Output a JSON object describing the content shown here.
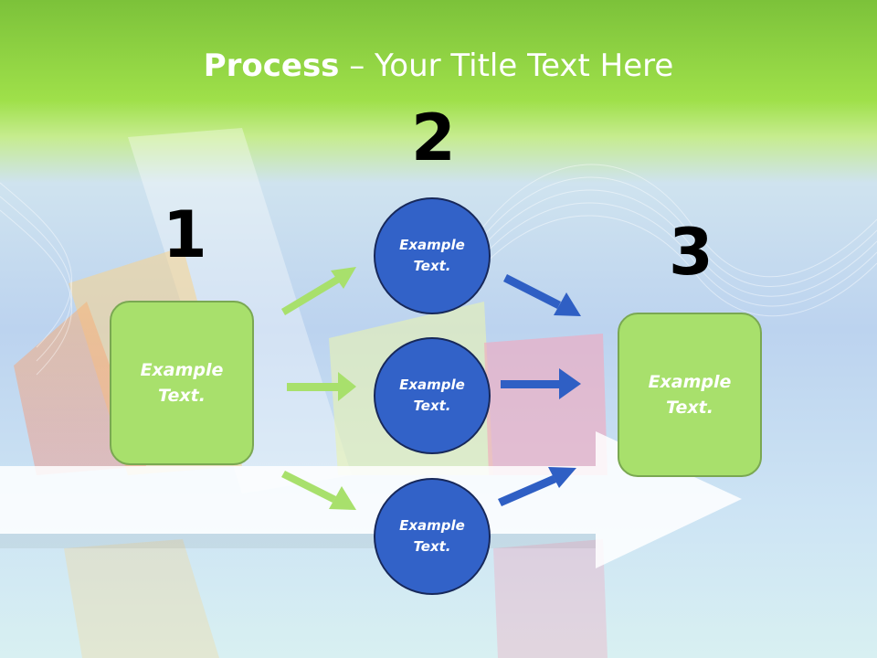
{
  "title": {
    "bold": "Process",
    "rest": " – Your Title Text Here"
  },
  "steps": [
    {
      "number": "1",
      "text": "Example Text."
    },
    {
      "number": "2",
      "circles": [
        {
          "text": "Example Text."
        },
        {
          "text": "Example Text."
        },
        {
          "text": "Example Text."
        }
      ]
    },
    {
      "number": "3",
      "text": "Example Text."
    }
  ],
  "colors": {
    "box_fill": "#a8e06c",
    "circle_fill": "#3262c8",
    "green_arrow": "#a8e06c",
    "blue_arrow": "#2f5fc4",
    "header_green": "#8fd43d"
  }
}
